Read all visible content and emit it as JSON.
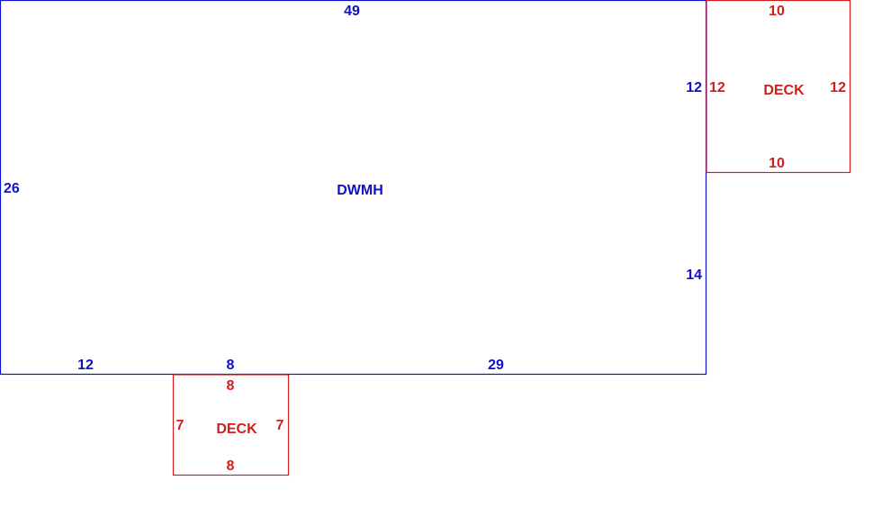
{
  "colors": {
    "main": "#1010c8",
    "deck": "#d41c1c"
  },
  "main_structure": {
    "name": "DWMH",
    "dimensions": {
      "top": "49",
      "left": "26",
      "right_upper": "12",
      "right_lower": "14",
      "bottom_left": "12",
      "bottom_middle": "8",
      "bottom_right": "29"
    }
  },
  "deck_right": {
    "name": "DECK",
    "dimensions": {
      "top": "10",
      "bottom": "10",
      "left": "12",
      "right": "12"
    }
  },
  "deck_bottom": {
    "name": "DECK",
    "dimensions": {
      "top": "8",
      "bottom": "8",
      "left": "7",
      "right": "7"
    }
  }
}
